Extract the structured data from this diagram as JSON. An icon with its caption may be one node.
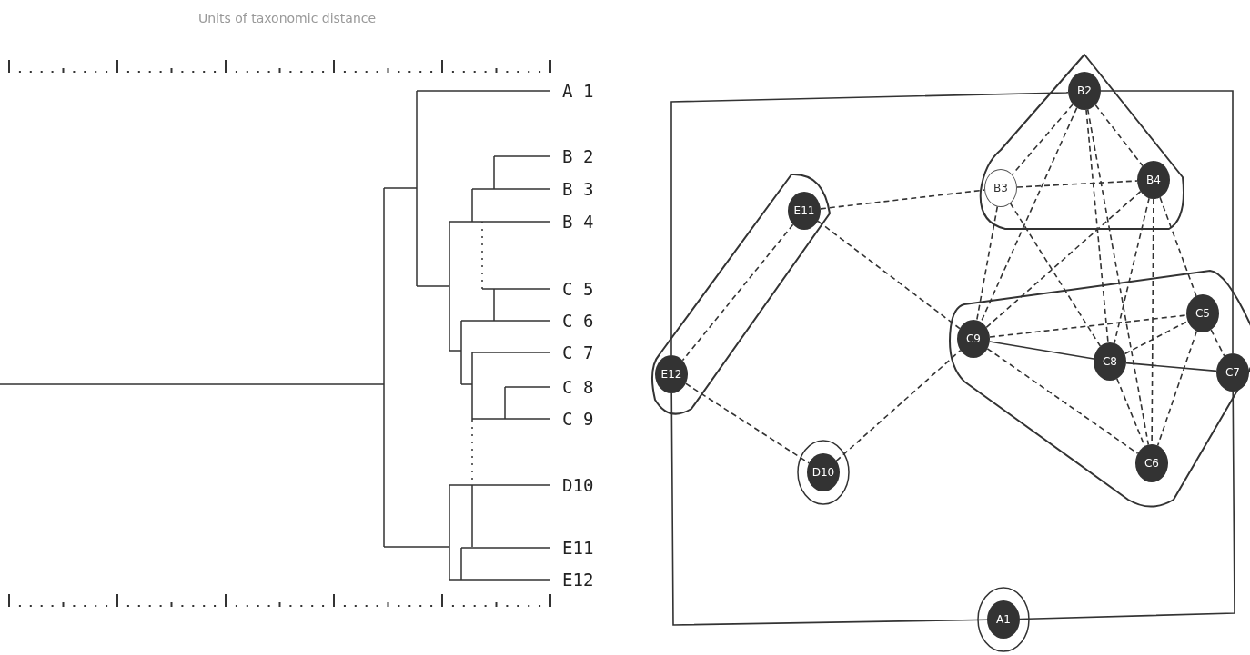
{
  "diagram": {
    "title": "Units of taxonomic distance",
    "nodes": [
      {
        "text": [
          "B2"
        ]
      },
      {
        "text": [
          "B3"
        ]
      },
      {
        "text": [
          "B4"
        ]
      },
      {
        "text": [
          "E11"
        ]
      },
      {
        "text": [
          "C9"
        ]
      },
      {
        "text": [
          "C5"
        ]
      },
      {
        "text": [
          "E12"
        ]
      },
      {
        "text": [
          "C8"
        ]
      },
      {
        "text": [
          "C7"
        ]
      },
      {
        "text": [
          "D10"
        ]
      },
      {
        "text": [
          "C6"
        ]
      },
      {
        "text": [
          "A1"
        ]
      }
    ],
    "edges": [
      {
        "from": 6,
        "to": 0,
        "arrow": "none"
      },
      {
        "from": 0,
        "to": 8,
        "arrow": "none"
      },
      {
        "from": 8,
        "to": 11,
        "arrow": "none"
      },
      {
        "from": 11,
        "to": 6,
        "arrow": "none"
      },
      {
        "from": 3,
        "to": 6,
        "arrow": "none",
        "style": "dashed"
      },
      {
        "from": 3,
        "to": 1,
        "arrow": "none",
        "style": "dashed"
      },
      {
        "from": 3,
        "to": 4,
        "arrow": "none",
        "style": "dashed"
      },
      {
        "from": 6,
        "to": 9,
        "arrow": "none",
        "style": "dashed"
      },
      {
        "from": 9,
        "to": 4,
        "arrow": "none",
        "style": "dashed"
      },
      {
        "from": 0,
        "to": 1,
        "arrow": "none",
        "style": "dashed"
      },
      {
        "from": 0,
        "to": 2,
        "arrow": "none",
        "style": "dashed"
      },
      {
        "from": 1,
        "to": 2,
        "arrow": "none",
        "style": "dashed"
      },
      {
        "from": 0,
        "to": 4,
        "arrow": "none",
        "style": "dashed"
      },
      {
        "from": 0,
        "to": 7,
        "arrow": "none",
        "style": "dashed"
      },
      {
        "from": 0,
        "to": 10,
        "arrow": "none",
        "style": "dashed"
      },
      {
        "from": 2,
        "to": 4,
        "arrow": "none",
        "style": "dashed"
      },
      {
        "from": 2,
        "to": 7,
        "arrow": "none",
        "style": "dashed"
      },
      {
        "from": 2,
        "to": 10,
        "arrow": "none",
        "style": "dashed"
      },
      {
        "from": 2,
        "to": 5,
        "arrow": "none",
        "style": "dashed"
      },
      {
        "from": 1,
        "to": 4,
        "arrow": "none",
        "style": "dashed"
      },
      {
        "from": 1,
        "to": 7,
        "arrow": "none",
        "style": "dashed"
      },
      {
        "from": 4,
        "to": 5,
        "arrow": "none",
        "style": "dashed"
      },
      {
        "from": 4,
        "to": 7,
        "arrow": "none"
      },
      {
        "from": 4,
        "to": 10,
        "arrow": "none",
        "style": "dashed"
      },
      {
        "from": 7,
        "to": 5,
        "arrow": "none",
        "style": "dashed"
      },
      {
        "from": 7,
        "to": 8,
        "arrow": "none"
      },
      {
        "from": 7,
        "to": 10,
        "arrow": "none",
        "style": "dashed"
      },
      {
        "from": 5,
        "to": 10,
        "arrow": "none",
        "style": "dashed"
      },
      {
        "from": 5,
        "to": 8,
        "arrow": "none",
        "style": "dashed"
      }
    ],
    "labels": [
      "A 1",
      "B 2",
      "B 3",
      "B 4",
      "C 5",
      "C 6",
      "C 7",
      "C 8",
      "C 9",
      "D10",
      "E11",
      "E12"
    ]
  }
}
